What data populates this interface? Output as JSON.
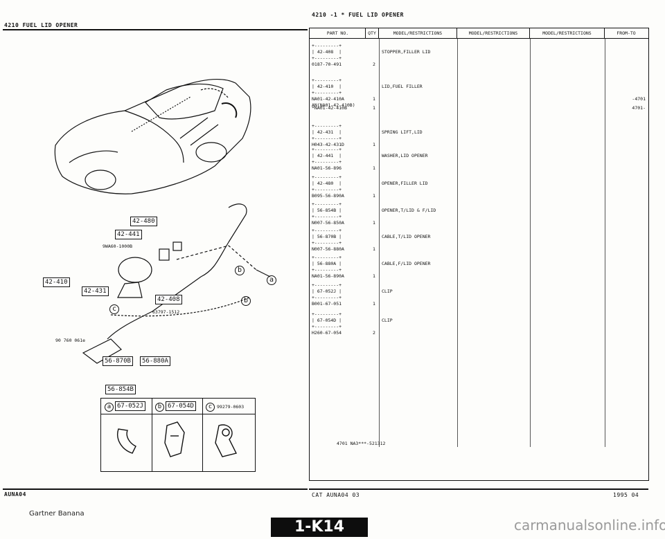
{
  "left": {
    "header": "4210    FUEL LID OPENER",
    "footer_code": "AUNA04",
    "callouts": {
      "p42480": "42-480",
      "p42441": "42-441",
      "bolt1": "9WA60-1000B",
      "p42410": "42-410",
      "p42431": "42-431",
      "p42408": "42-408",
      "note1": "63797-1512",
      "note2": "90 760 061e",
      "p56870b": "56-870B",
      "p56880a": "56-880A",
      "p56854b": "56-854B",
      "a": "a",
      "b": "b",
      "c": "c",
      "clip_a": "67-052J",
      "clip_b": "67-054D",
      "clip_c": "99279-0603"
    }
  },
  "right": {
    "title": "4210 -1 *  FUEL LID OPENER",
    "columns": [
      "PART NO.",
      "QTY",
      "MODEL/RESTRICTIONS",
      "MODEL/RESTRICTIONS",
      "MODEL/RESTRICTIONS",
      "FROM-TO"
    ],
    "rows": [
      {
        "pn": "+---------+\n| 42-408  |\n+---------+\n0187-70-491",
        "qty": "2",
        "desc": "STOPPER,FILLER LID",
        "ft": ""
      },
      {
        "pn": "+---------+\n| 42-410  |\n+---------+\nNA01-42-410A\nAN(NA01-42-410B)",
        "qty": "1",
        "desc": "LID,FUEL FILLER",
        "ft": "-4701"
      },
      {
        "pn": "*NA01-42-410B",
        "qty": "1",
        "desc": "",
        "ft": "4701-"
      },
      {
        "pn": "+---------+\n| 42-431  |\n+---------+\nH043-42-431D",
        "qty": "1",
        "desc": "SPRING LIFT,LID",
        "ft": ""
      },
      {
        "pn": "+---------+\n| 42-441  |\n+---------+\nNA01-56-896",
        "qty": "1",
        "desc": "WASHER,LID OPENER",
        "ft": ""
      },
      {
        "pn": "+---------+\n| 42-480  |\n+---------+\nB095-56-890A",
        "qty": "1",
        "desc": "OPENER,FILLER LID",
        "ft": ""
      },
      {
        "pn": "+---------+\n| 56-854B |\n+---------+\nN007-56-850A",
        "qty": "1",
        "desc": "OPENER,T/LID & F/LID",
        "ft": ""
      },
      {
        "pn": "+---------+\n| 56-870B |\n+---------+\nN007-56-880A",
        "qty": "1",
        "desc": "CABLE,T/LID OPENER",
        "ft": ""
      },
      {
        "pn": "+---------+\n| 56-880A |\n+---------+\nNA01-56-890A",
        "qty": "1",
        "desc": "CABLE,F/LID OPENER",
        "ft": ""
      },
      {
        "pn": "+---------+\n| 67-052J |\n+---------+\nB001-67-051",
        "qty": "1",
        "desc": "CLIP",
        "ft": ""
      },
      {
        "pn": "+---------+\n| 67-054D |\n+---------+\nH260-67-054",
        "qty": "2",
        "desc": "CLIP",
        "ft": ""
      }
    ],
    "footnote": "4701 NA3***-521312",
    "footer_left": "CAT  AUNA04  03",
    "footer_right": "1995 04"
  },
  "bottom": {
    "source": "Gartner Banana",
    "page": "1-K14",
    "watermark": "carmanualsonline.info"
  }
}
